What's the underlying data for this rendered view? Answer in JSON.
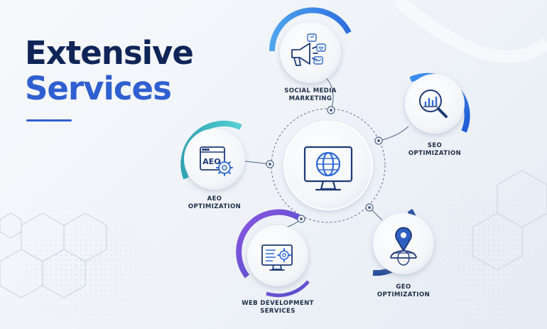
{
  "title": {
    "line1": "Extensive",
    "line2": "Services"
  },
  "colors": {
    "navy": "#0f2457",
    "blue": "#2f5fd0",
    "teal": "#34b3bf",
    "purple": "#6a4fd0",
    "dark_blue": "#2a4f98",
    "sky": "#2d8fe0"
  },
  "hub": {
    "icon": "monitor-globe-icon"
  },
  "services": [
    {
      "id": "social",
      "label_line1": "SOCIAL MEDIA",
      "label_line2": "MARKETING",
      "icon": "megaphone-social-icon"
    },
    {
      "id": "seo",
      "label_line1": "SEO",
      "label_line2": "OPTIMIZATION",
      "icon": "magnifier-chart-icon"
    },
    {
      "id": "aeo",
      "label_line1": "AEO",
      "label_line2": "OPTIMIZATION",
      "icon": "browser-aeo-gear-icon",
      "icon_text": "AEO"
    },
    {
      "id": "web",
      "label_line1": "WEB DEVELOPMENT",
      "label_line2": "SERVICES",
      "icon": "monitor-code-gear-icon"
    },
    {
      "id": "geo",
      "label_line1": "GEO",
      "label_line2": "OPTIMIZATION",
      "icon": "map-pin-globe-icon"
    }
  ]
}
